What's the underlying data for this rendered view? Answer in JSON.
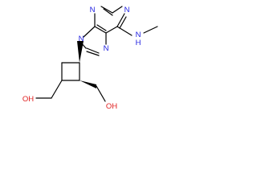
{
  "molecule": {
    "atoms": {
      "n1": "N",
      "n3": "N",
      "n7": "N",
      "n9": "N",
      "amine_n": "N",
      "amine_h": "H",
      "oh_left": "OH",
      "oh_right": "OH"
    },
    "colors": {
      "bond": "#000000",
      "nitrogen": "#2020e0",
      "oxygen": "#e02020",
      "background": "#ffffff"
    }
  }
}
